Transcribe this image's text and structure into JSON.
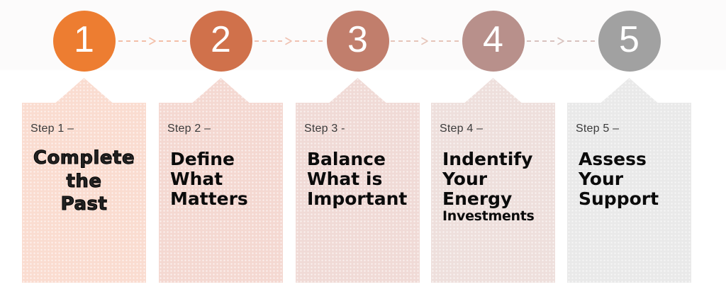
{
  "diagram": {
    "type": "process-steps",
    "steps": [
      {
        "number": "1",
        "label": "Step 1 –",
        "title_lines": [
          "Complete",
          "the",
          "Past"
        ],
        "circle_color": "#ED7D31",
        "box_color": "#FADCD0"
      },
      {
        "number": "2",
        "label": "Step 2 –",
        "title_lines": [
          "Define",
          "What",
          "Matters"
        ],
        "circle_color": "#D0714B",
        "box_color": "#F4D8D1"
      },
      {
        "number": "3",
        "label": "Step 3 -",
        "title_lines": [
          "Balance",
          "What is",
          "Important"
        ],
        "circle_color": "#C17E6C",
        "box_color": "#F0DAD6"
      },
      {
        "number": "4",
        "label": "Step 4 –",
        "title_lines": [
          "Indentify",
          "Your",
          "Energy",
          "Investments"
        ],
        "circle_color": "#B8908B",
        "box_color": "#EEDFDC"
      },
      {
        "number": "5",
        "label": "Step 5 –",
        "title_lines": [
          "Assess",
          "Your",
          "Support"
        ],
        "circle_color": "#A1A1A1",
        "box_color": "#E9E9E9"
      }
    ],
    "connector_colors": [
      "#F3BFA8",
      "#F0C2B2",
      "#E6C5BA",
      "#D8C2BE"
    ],
    "number_text_color": "#FFFFFF",
    "label_text_color": "#3B3B3B",
    "title_text_color": "#0B0B0B"
  }
}
